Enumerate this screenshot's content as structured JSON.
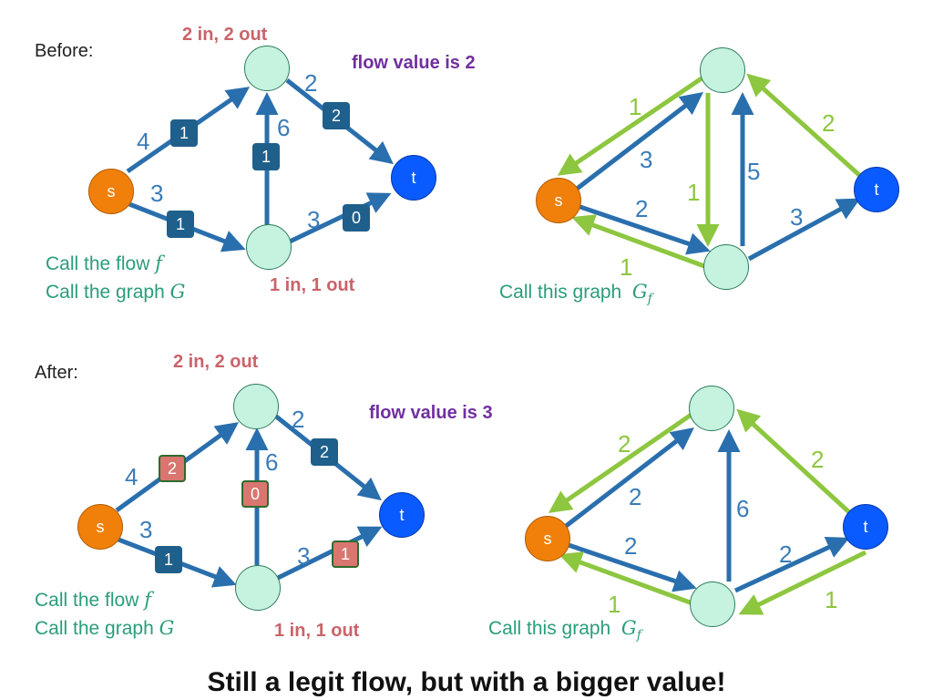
{
  "labels": {
    "before": "Before:",
    "after": "After:",
    "headline": "Still a legit flow, but with a bigger value!"
  },
  "panel_top": {
    "annotation_top": "2 in, 2 out",
    "annotation_bottom": "1 in, 1 out",
    "flow_value": "flow value is 2",
    "call_flow": "Call the flow",
    "call_graph": "Call the graph",
    "flow_symbol": "f",
    "graph_symbol": "G",
    "nodes": {
      "s": "s",
      "t": "t"
    },
    "capacities": {
      "s_a": "4",
      "s_b": "3",
      "b_a": "6",
      "a_t": "2",
      "b_t": "3"
    },
    "flows": {
      "s_a": "1",
      "s_b": "1",
      "b_a": "1",
      "a_t": "2",
      "b_t": "0"
    }
  },
  "residual_top": {
    "call_this": "Call this graph",
    "graph_symbol": "G",
    "graph_subscript": "f",
    "nodes": {
      "s": "s",
      "t": "t"
    },
    "forward": {
      "s_a": "3",
      "s_b": "2",
      "b_a": "5",
      "b_t": "3"
    },
    "backward": {
      "a_s": "1",
      "a_b": "1",
      "t_a": "2",
      "b_s": "1"
    }
  },
  "panel_bottom": {
    "annotation_top": "2 in, 2 out",
    "annotation_bottom": "1 in, 1 out",
    "flow_value": "flow value is 3",
    "call_flow": "Call the flow",
    "call_graph": "Call the graph",
    "flow_symbol": "f",
    "graph_symbol": "G",
    "nodes": {
      "s": "s",
      "t": "t"
    },
    "capacities": {
      "s_a": "4",
      "s_b": "3",
      "b_a": "6",
      "a_t": "2",
      "b_t": "3"
    },
    "flows": {
      "s_a": "2",
      "s_b": "1",
      "b_a": "0",
      "a_t": "2",
      "b_t": "1"
    }
  },
  "residual_bottom": {
    "call_this": "Call this graph",
    "graph_symbol": "G",
    "graph_subscript": "f",
    "nodes": {
      "s": "s",
      "t": "t"
    },
    "forward": {
      "s_a": "2",
      "s_b": "2",
      "b_a": "6",
      "b_t": "2"
    },
    "backward": {
      "a_s": "2",
      "t_a": "2",
      "b_s": "1",
      "t_b": "1"
    }
  },
  "colors": {
    "edge_blue": "#2a6fad",
    "edge_green": "#8dc63f",
    "flow_box": "#1f5f8b",
    "flow_box_changed": "#d9766f",
    "source_node": "#f0800a",
    "sink_node": "#0a5bff",
    "inner_node": "#c6f2e0"
  }
}
